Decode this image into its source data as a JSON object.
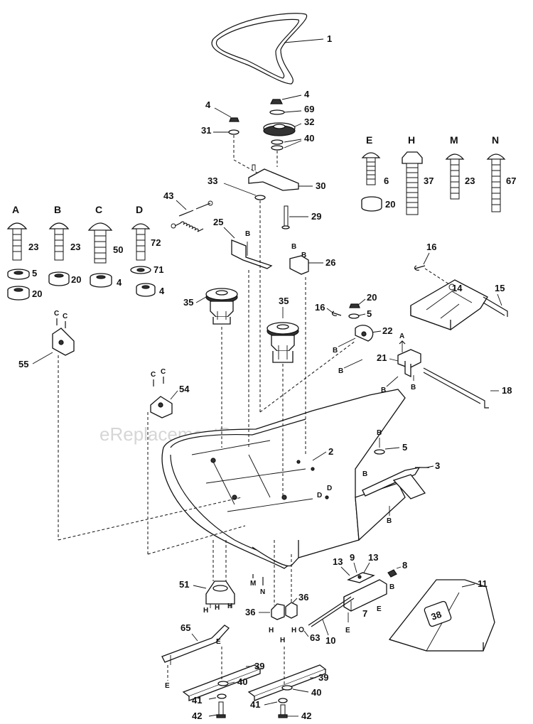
{
  "watermark": "eReplacementParts.com",
  "hardware_columns": [
    {
      "letter": "A",
      "bolt": "23",
      "washer": "5",
      "nut": "20"
    },
    {
      "letter": "B",
      "bolt": "23",
      "washer": "20"
    },
    {
      "letter": "C",
      "bolt": "50",
      "washer": "4"
    },
    {
      "letter": "D",
      "bolt": "72",
      "washer": "71",
      "nut": "4"
    },
    {
      "letter": "E",
      "bolt": "6",
      "washer": "20"
    },
    {
      "letter": "H",
      "bolt": "37"
    },
    {
      "letter": "M",
      "bolt": "23"
    },
    {
      "letter": "N",
      "bolt": "67"
    }
  ],
  "callouts": {
    "p1": "1",
    "p4a": "4",
    "p4b": "4",
    "p69": "69",
    "p32": "32",
    "p40": "40",
    "p31": "31",
    "p33": "33",
    "p30": "30",
    "p29": "29",
    "p43": "43",
    "p25": "25",
    "p26": "26",
    "p35a": "35",
    "p35b": "35",
    "p16a": "16",
    "p16b": "16",
    "p14": "14",
    "p15": "15",
    "p20": "20",
    "p5a": "5",
    "p22": "22",
    "p21": "21",
    "p18": "18",
    "p55": "55",
    "p54": "54",
    "p2": "2",
    "p5b": "5",
    "p3": "3",
    "p13a": "13",
    "p13b": "13",
    "p9": "9",
    "p8": "8",
    "p11": "11",
    "p51": "51",
    "p36a": "36",
    "p36b": "36",
    "p63": "63",
    "p7": "7",
    "p10": "10",
    "p65": "65",
    "p39a": "39",
    "p39b": "39",
    "p40a": "40",
    "p40b": "40",
    "p41a": "41",
    "p41b": "41",
    "p42a": "42",
    "p42b": "42"
  },
  "letter_marks": {
    "b1": "B",
    "b2": "B",
    "b3": "B",
    "b4": "B",
    "b5": "B",
    "b6": "B",
    "b7": "B",
    "b8": "B",
    "b9": "B",
    "b10": "B",
    "b11": "B",
    "c1": "C",
    "c2": "C",
    "c3": "C",
    "c4": "C",
    "a1": "A",
    "d1": "D",
    "d2": "D",
    "m1": "M",
    "n1": "N",
    "e1": "E",
    "e2": "E",
    "e3": "E",
    "e4": "E",
    "h1": "H",
    "h2": "H",
    "h3": "H",
    "h4": "H",
    "h5": "H",
    "h6": "H"
  },
  "shroud_badge": "38"
}
